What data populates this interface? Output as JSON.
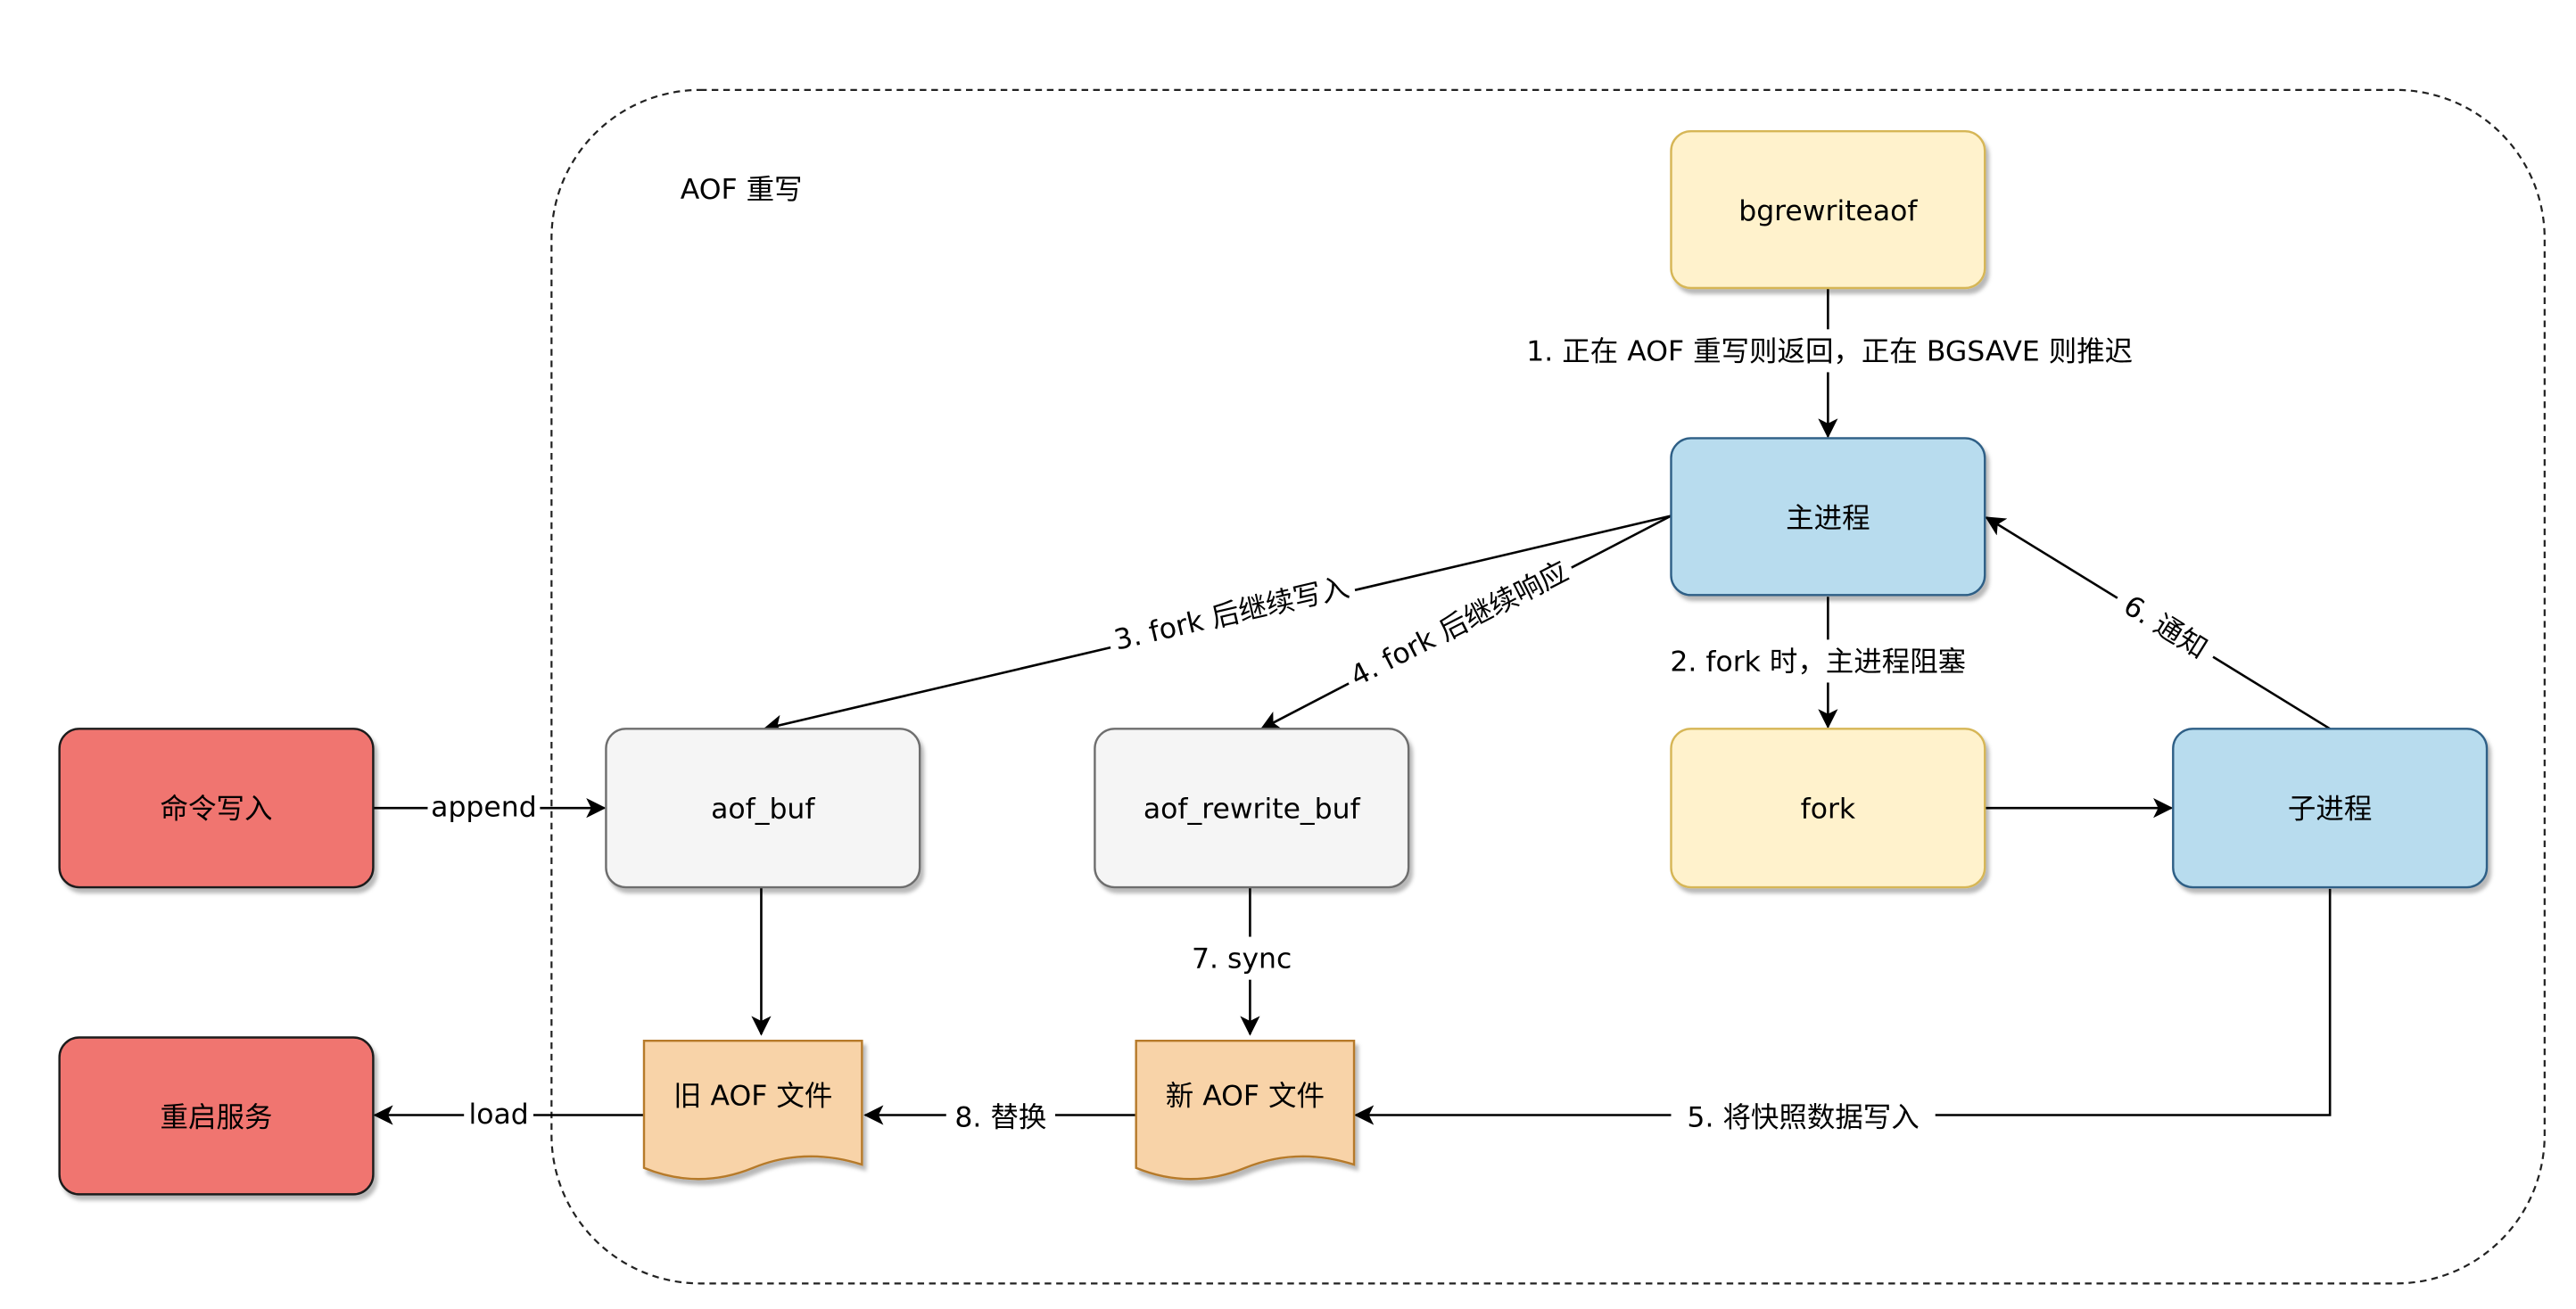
{
  "group": {
    "title": "AOF 重写"
  },
  "nodes": {
    "bgrewriteaof": {
      "label": "bgrewriteaof",
      "fill": "#FFF2CC",
      "stroke": "#D6B656"
    },
    "main_process": {
      "label": "主进程",
      "fill": "#B8DCEE",
      "stroke": "#2E5F86"
    },
    "fork": {
      "label": "fork",
      "fill": "#FFF2CC",
      "stroke": "#D6B656"
    },
    "child_process": {
      "label": "子进程",
      "fill": "#B8DCEE",
      "stroke": "#2E5F86"
    },
    "command_write": {
      "label": "命令写入",
      "fill": "#F07470",
      "stroke": "#1A1A1A"
    },
    "aof_buf": {
      "label": "aof_buf",
      "fill": "#F5F5F5",
      "stroke": "#6E6E6E"
    },
    "aof_rewrite_buf": {
      "label": "aof_rewrite_buf",
      "fill": "#F5F5F5",
      "stroke": "#6E6E6E"
    },
    "old_aof_file": {
      "label": "旧 AOF 文件",
      "fill": "#F8D3A8",
      "stroke": "#B67A2A"
    },
    "new_aof_file": {
      "label": "新 AOF 文件",
      "fill": "#F8D3A8",
      "stroke": "#B67A2A"
    },
    "restart_service": {
      "label": "重启服务",
      "fill": "#F07470",
      "stroke": "#1A1A1A"
    }
  },
  "edges": {
    "step1": "1. 正在 AOF 重写则返回，正在 BGSAVE 则推迟",
    "step2": "2. fork 时，主进程阻塞",
    "step3": "3. fork 后继续写入",
    "step4": "4. fork 后继续响应",
    "step5": "5. 将快照数据写入",
    "step6": "6. 通知",
    "step7": "7. sync",
    "step8": "8. 替换",
    "append": "append",
    "load": "load"
  }
}
